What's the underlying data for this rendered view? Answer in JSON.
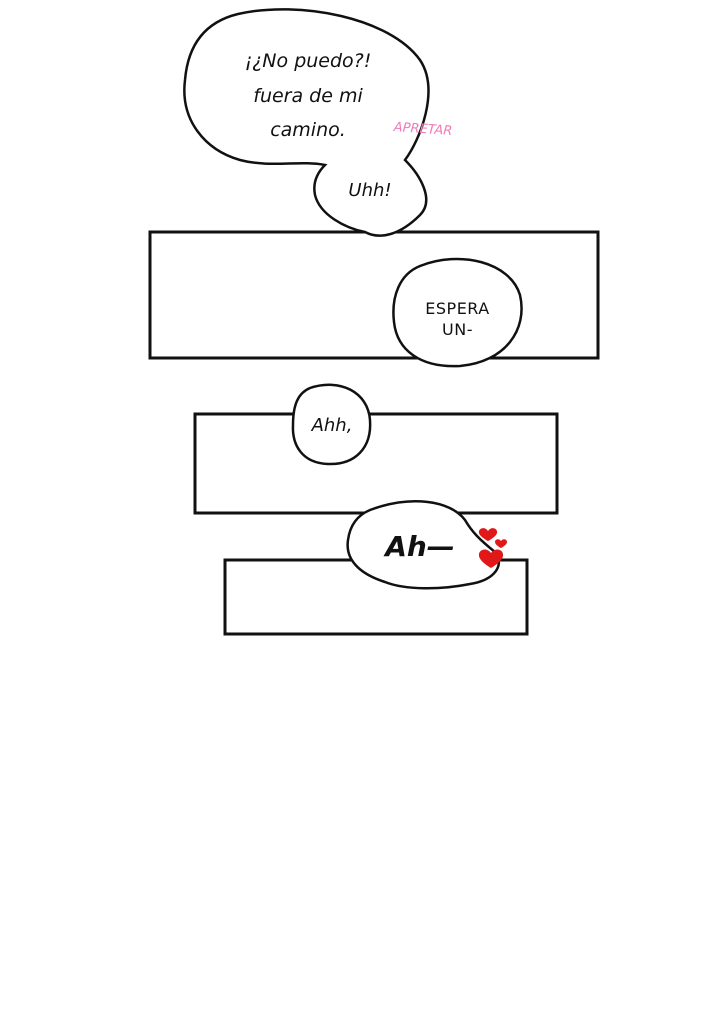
{
  "bubbles": {
    "top_line1": "¡¿No puedo?!",
    "top_line2": "fuera de mi",
    "top_line3": "camino.",
    "uhh": "Uhh!",
    "espera_line1": "ESPERA",
    "espera_line2": "UN-",
    "ahh": "Ahh,",
    "ah": "Ah—"
  },
  "sfx": {
    "apretar": "APRETAR"
  },
  "colors": {
    "ink": "#111111",
    "sfx_pink": "#f07ab8",
    "heart_red": "#e01818"
  },
  "icons": {
    "hearts": "heart-icon"
  }
}
